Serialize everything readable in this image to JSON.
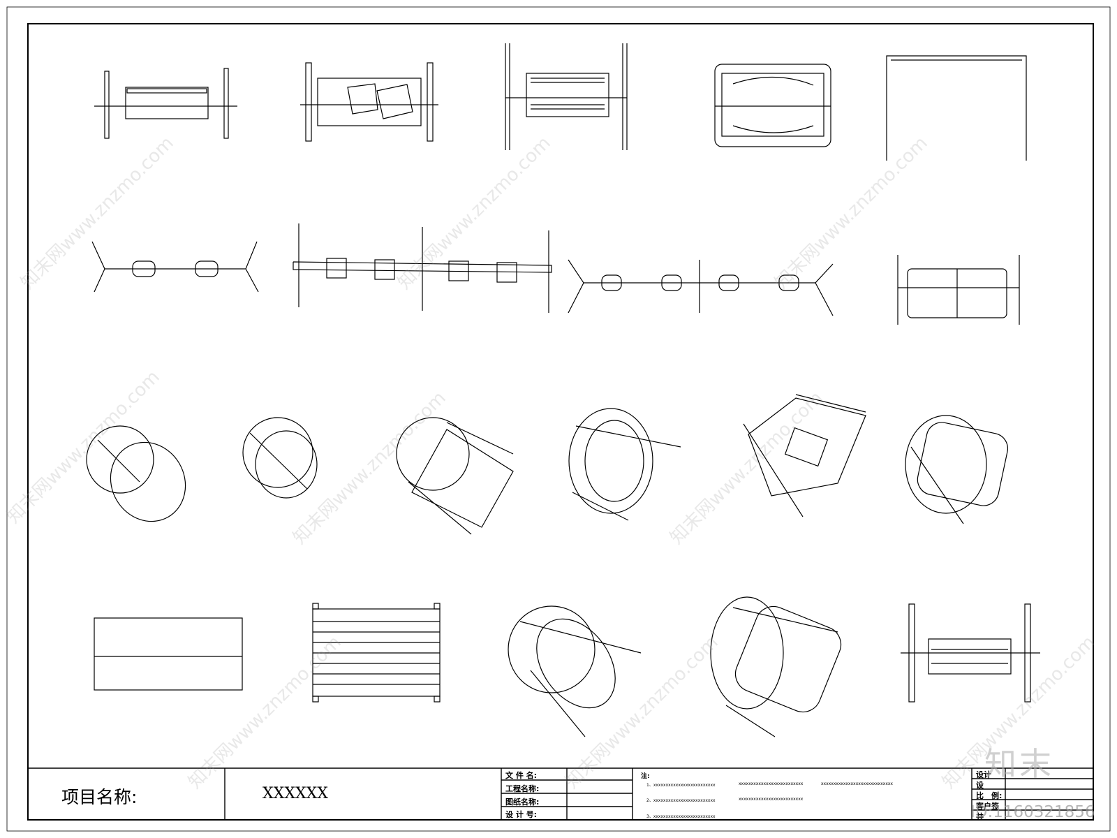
{
  "title_block": {
    "project_label": "项目名称:",
    "project_value": "XXXXXX",
    "fields": [
      "文 件 名:",
      "工程名称:",
      "图纸名称:",
      "设 计 号:"
    ],
    "notes_label": "注:",
    "notes": [
      "1、xxxxxxxxxxxxxxxxxxxxxxxxx",
      "xxxxxxxxxxxxxxxxxxxxxxxxxx",
      "xxxxxxxxxxxxxxxxxxxxxxxxxxxxx",
      "2、xxxxxxxxxxxxxxxxxxxxxxxxx",
      "xxxxxxxxxxxxxxxxxxxxxxxxxx",
      "3、xxxxxxxxxxxxxxxxxxxxxxxxx"
    ],
    "right_fields": [
      "设计",
      "设",
      "比　例:",
      "客户签",
      "共"
    ]
  },
  "watermark": {
    "text": "知末网www.znzmo.com",
    "brand": "知末",
    "id": "ID:1160321856"
  },
  "colors": {
    "line": "#000000",
    "watermark": "#b4b4b4"
  }
}
